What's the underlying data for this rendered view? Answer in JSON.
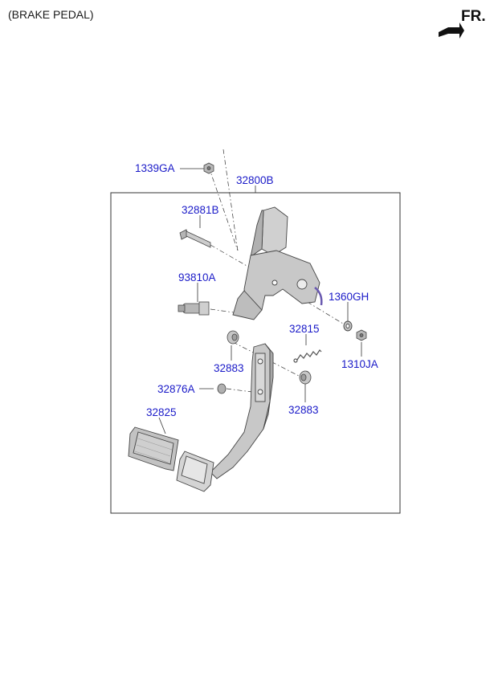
{
  "header": {
    "title": "(BRAKE PEDAL)",
    "direction": "FR."
  },
  "parts": {
    "p1339GA": "1339GA",
    "p32800B": "32800B",
    "p32881B": "32881B",
    "p93810A": "93810A",
    "p1360GH": "1360GH",
    "p32815": "32815",
    "p1310JA": "1310JA",
    "p32883a": "32883",
    "p32876A": "32876A",
    "p32883b": "32883",
    "p32825": "32825"
  },
  "colors": {
    "label": "#1a1ac8",
    "line": "#222222",
    "part": "#c4c4c4"
  }
}
